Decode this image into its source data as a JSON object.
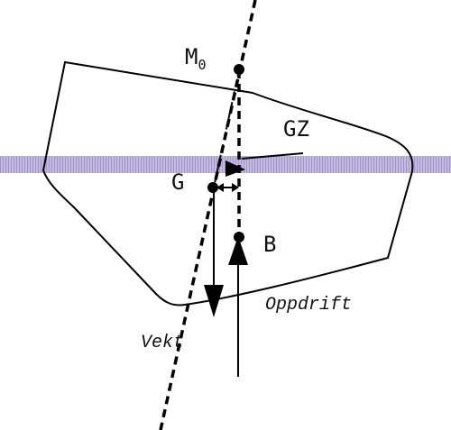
{
  "labels": {
    "metacenter": "M",
    "metacenter_subscript": "0",
    "righting_arm": "GZ",
    "center_of_gravity": "G",
    "center_of_buoyancy": "B",
    "buoyancy": "Oppdrift",
    "weight": "Vekt"
  },
  "colors": {
    "waterline": "#b6a9d6",
    "lines": "#000000",
    "background": "#ffffff"
  }
}
